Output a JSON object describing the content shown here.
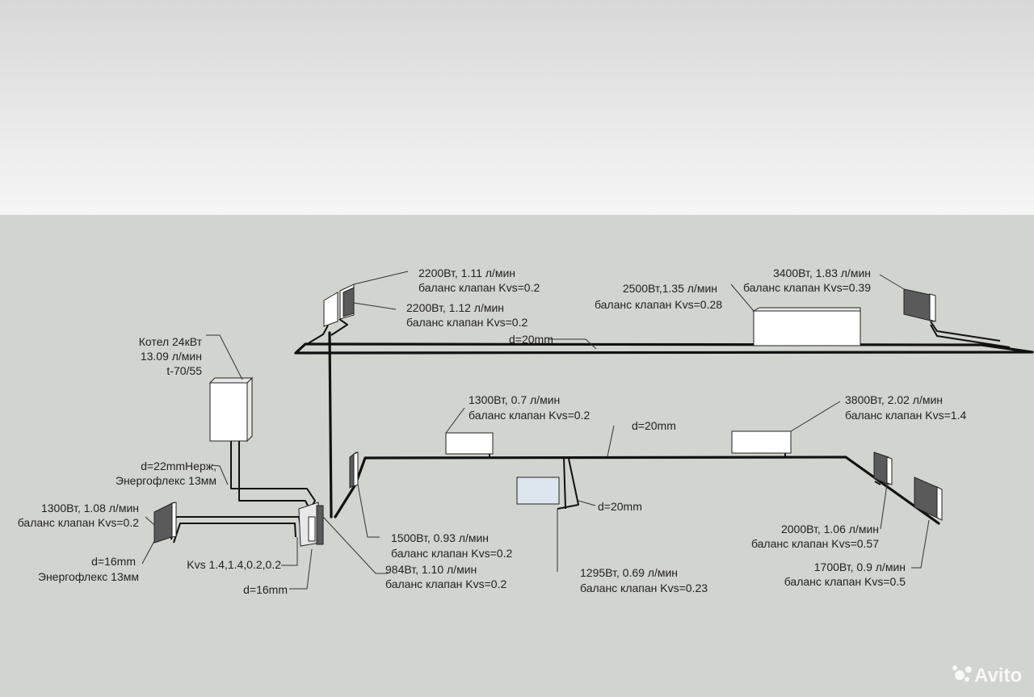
{
  "colors": {
    "sky_top": "#d8d8d8",
    "sky_bottom": "#f6f6f6",
    "ground": "#d2d4cf",
    "pipe": "#111111",
    "radiator_light": "#ffffff",
    "radiator_dark": "#5a5a5a",
    "radiator_glass": "#dde6ee"
  },
  "boiler": {
    "name": "Котел 24кВт",
    "flow": "13.09 л/мин",
    "temp": "t-70/55"
  },
  "radiators": {
    "top_front": {
      "line1": "2200Вт, 1.11 л/мин",
      "line2": "баланс клапан Kvs=0.2"
    },
    "top_back": {
      "line1": "2200Вт, 1.12 л/мин",
      "line2": "баланс клапан Kvs=0.2"
    },
    "top_middle": {
      "line1": "2500Вт,1.35 л/мин",
      "line2": "баланс клапан Kvs=0.28"
    },
    "top_right": {
      "line1": "3400Вт, 1.83 л/мин",
      "line2": "баланс клапан Kvs=0.39"
    },
    "lower_left": {
      "line1": "1300Вт, 1.08 л/мин",
      "line2": "баланс клапан Kvs=0.2"
    },
    "lower_a": {
      "line1": "1300Вт, 0.7 л/мин",
      "line2": "баланс клапан Kvs=0.2"
    },
    "lower_b": {
      "line1": "3800Вт, 2.02 л/мин",
      "line2": "баланс клапан Kvs=1.4"
    },
    "lower_c": {
      "line1": "1500Вт, 0.93 л/мин",
      "line2": "баланс клапан Kvs=0.2"
    },
    "lower_d": {
      "line1": "984Вт, 1.10 л/мин",
      "line2": "баланс клапан Kvs=0.2"
    },
    "lower_e": {
      "line1": "1295Вт, 0.69 л/мин",
      "line2": "баланс клапан Kvs=0.23"
    },
    "lower_f": {
      "line1": "2000Вт, 1.06 л/мин",
      "line2": "баланс клапан Kvs=0.57"
    },
    "lower_g": {
      "line1": "1700Вт, 0.9 л/мин",
      "line2": "баланс клапан Kvs=0.5"
    }
  },
  "pipes": {
    "top_main": "d=20mm",
    "lower_main": "d=20mm",
    "branch": "d=20mm",
    "boiler_line_1": "d=22mmНерж,",
    "boiler_line_2": "Энергофлекс 13мм",
    "left_line_1": "d=16mm",
    "left_line_2": "Энергофлекс 13мм",
    "manifold_kvs": "Kvs 1.4,1.4,0.2,0.2",
    "manifold_d": "d=16mm"
  },
  "watermark": "Avito"
}
